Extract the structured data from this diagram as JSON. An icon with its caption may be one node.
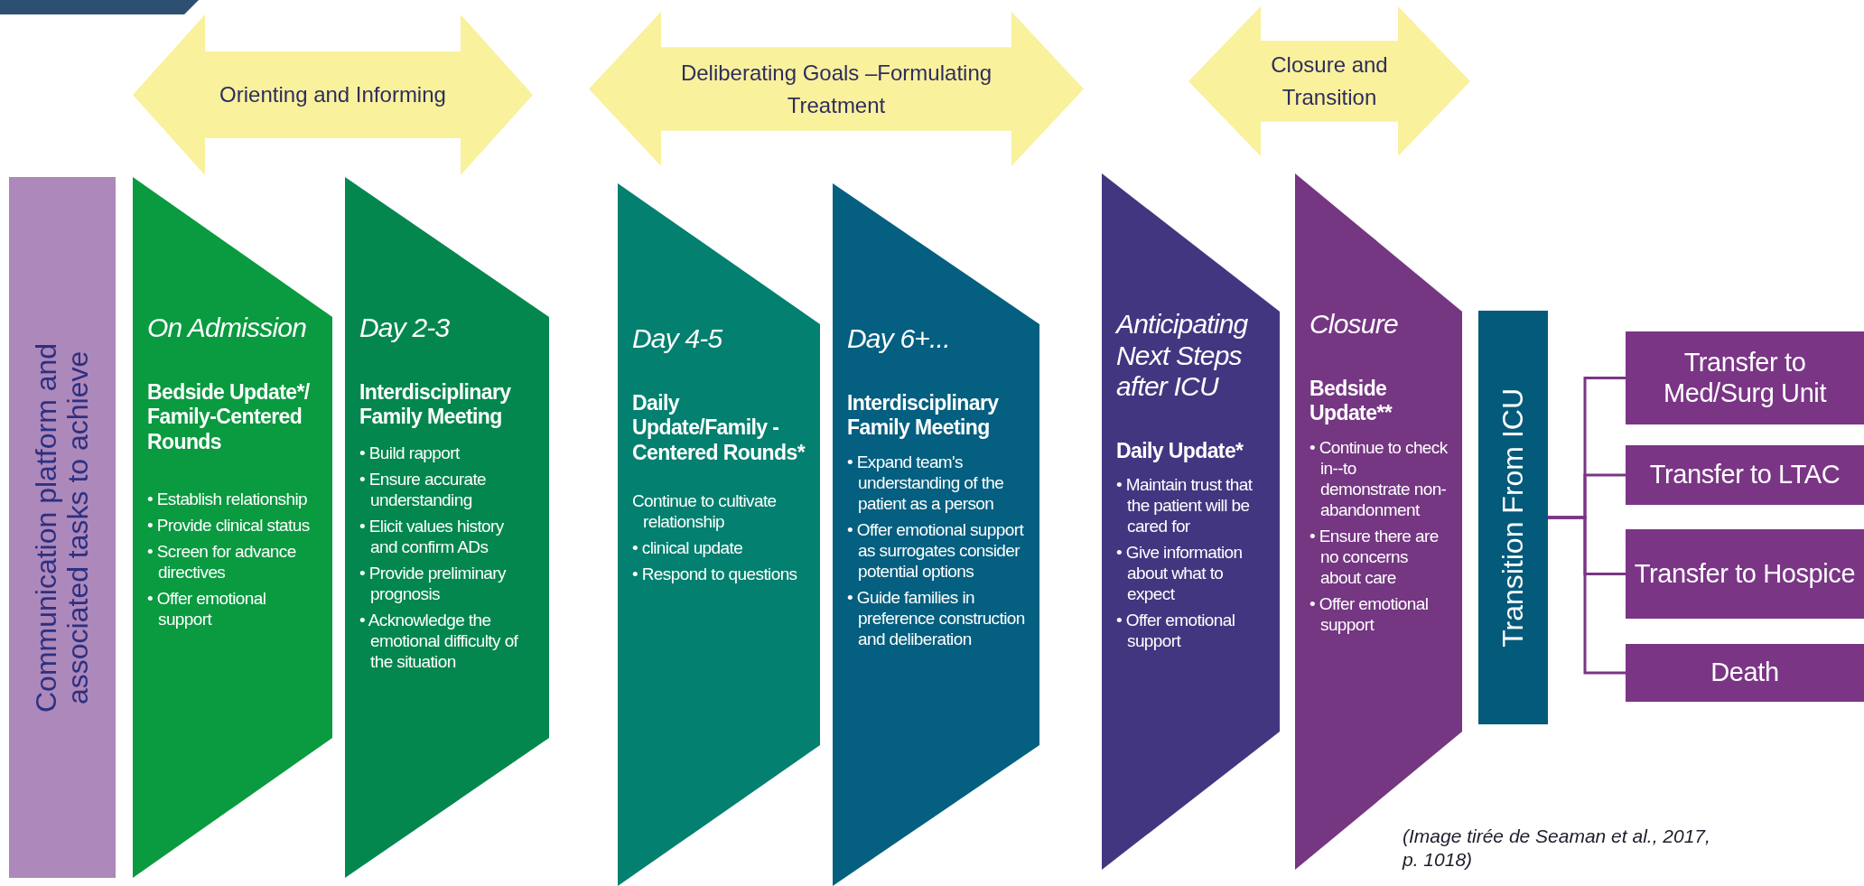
{
  "diagram": {
    "caption": "(Image tirée de Seaman et al., 2017, p. 1018)",
    "nodes": [
      {
        "text": [
          "Orienting and Informing"
        ]
      },
      {
        "text": [
          "Deliberating Goals –Formulating Treatment"
        ]
      },
      {
        "text": [
          "Closure and Transition"
        ]
      },
      {
        "text": [
          "Communication platform and associated tasks to achieve"
        ]
      },
      {
        "text": [
          "On Admission",
          "Bedside Update*/ Family-Centered Rounds",
          "• Establish relationship",
          "• Provide clinical status",
          "• Screen for advance directives",
          "• Offer emotional support"
        ]
      },
      {
        "text": [
          "Day 2-3",
          "Interdisciplinary Family Meeting",
          "• Build rapport",
          "• Ensure accurate understanding",
          "• Elicit values history and confirm ADs",
          "• Provide preliminary prognosis",
          "• Acknowledge the emotional difficulty of the situation"
        ]
      },
      {
        "text": [
          "Day 4-5",
          "Daily Update/Family -Centered Rounds*",
          "Continue to cultivate relationship",
          "• clinical update",
          "• Respond to questions"
        ]
      },
      {
        "text": [
          "Day 6+...",
          "Interdisciplinary Family Meeting",
          "• Expand team's understanding of the patient as a person",
          "• Offer emotional support as surrogates consider potential options",
          "• Guide families in preference construction and deliberation"
        ]
      },
      {
        "text": [
          "Anticipating Next Steps after ICU",
          "Daily Update*",
          "• Maintain trust that the patient will be cared for",
          "• Give information about what to expect",
          "• Offer emotional support"
        ]
      },
      {
        "text": [
          "Closure",
          "Bedside Update**",
          "• Continue to check in--to demonstrate non- abandonment",
          "• Ensure there are no concerns about care",
          "• Offer emotional support"
        ]
      },
      {
        "text": [
          "Transition From ICU"
        ]
      },
      {
        "text": [
          "Transfer to Med/Surg Unit"
        ]
      },
      {
        "text": [
          "Transfer to LTAC"
        ]
      },
      {
        "text": [
          "Transfer to Hospice"
        ]
      },
      {
        "text": [
          "Death"
        ]
      }
    ],
    "edges": [
      {
        "from": 10,
        "to": 11,
        "arrow": "none"
      },
      {
        "from": 10,
        "to": 12,
        "arrow": "none"
      },
      {
        "from": 10,
        "to": 13,
        "arrow": "none"
      },
      {
        "from": 10,
        "to": 14,
        "arrow": "none"
      }
    ]
  }
}
